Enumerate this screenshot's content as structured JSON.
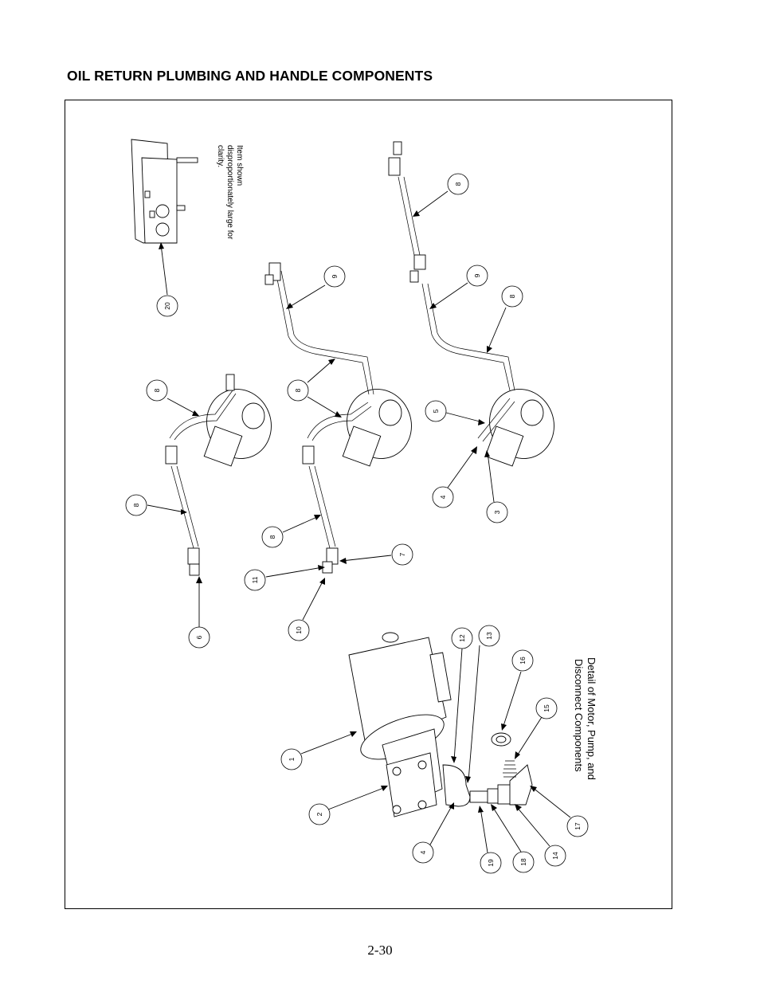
{
  "header": {
    "title": "OIL RETURN PLUMBING AND HANDLE COMPONENTS"
  },
  "footer": {
    "page_number": "2-30"
  },
  "notes": {
    "clarity_line1": "Item shown",
    "clarity_line2": "disproportionately large for",
    "clarity_line3": "clarity.",
    "detail_line1": "Detail of Motor, Pump, and",
    "detail_line2": "Disconnect Components"
  },
  "callouts": {
    "c20": "20",
    "c8_a": "8",
    "c8_b": "8",
    "c6": "6",
    "c9_a": "9",
    "c8_c": "8",
    "c8_d": "8",
    "c11": "11",
    "c7": "7",
    "c10": "10",
    "c8_e": "8",
    "c9_b": "9",
    "c8_f": "8",
    "c5": "5",
    "c4_a": "4",
    "c3": "3",
    "c1": "1",
    "c2": "2",
    "c4_b": "4",
    "c12": "12",
    "c13": "13",
    "c16": "16",
    "c15": "15",
    "c17": "17",
    "c14": "14",
    "c18": "18",
    "c19": "19"
  }
}
